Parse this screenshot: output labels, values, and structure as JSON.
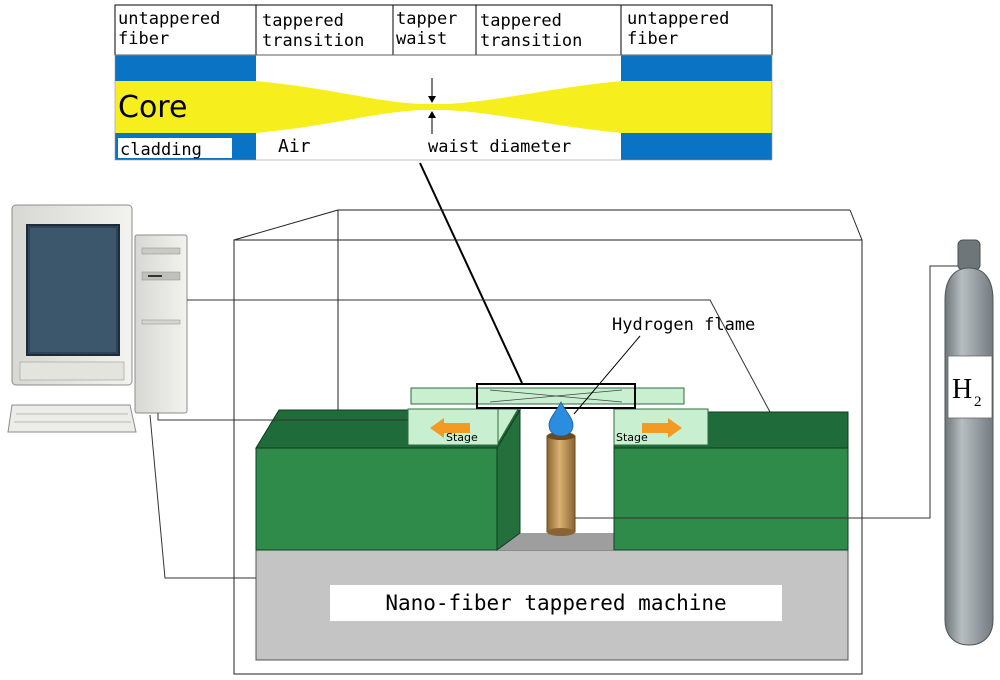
{
  "top_table": {
    "col1": [
      "untappered",
      "fiber"
    ],
    "col2": [
      "tappered",
      "transition"
    ],
    "col3": [
      "tapper",
      "waist"
    ],
    "col4": [
      "tappered",
      "transition"
    ],
    "col5": [
      "untappered",
      "fiber"
    ]
  },
  "fiber_profile": {
    "core_label": "Core",
    "cladding_label": "cladding",
    "air_label": "Air",
    "waist_label": "waist diameter"
  },
  "setup": {
    "flame_label": "Hydrogen flame",
    "stage_left_label": "Stage",
    "stage_right_label": "Stage",
    "machine_label": "Nano-fiber tappered machine",
    "cylinder_label_main": "H",
    "cylinder_label_sub": "2"
  },
  "colors": {
    "core_yellow": "#f7ee1e",
    "cladding_blue": "#0a73c4",
    "machine_green": "#2e8b4a",
    "machine_green_top": "#1f6b3a",
    "base_gray": "#c4c4c4",
    "stage_green": "#c8efcf",
    "arrow_orange": "#f39a22",
    "cylinder_gray": "#8f979c",
    "torch_brown": "#b48a4a",
    "flame_blue": "#2a8de0"
  }
}
